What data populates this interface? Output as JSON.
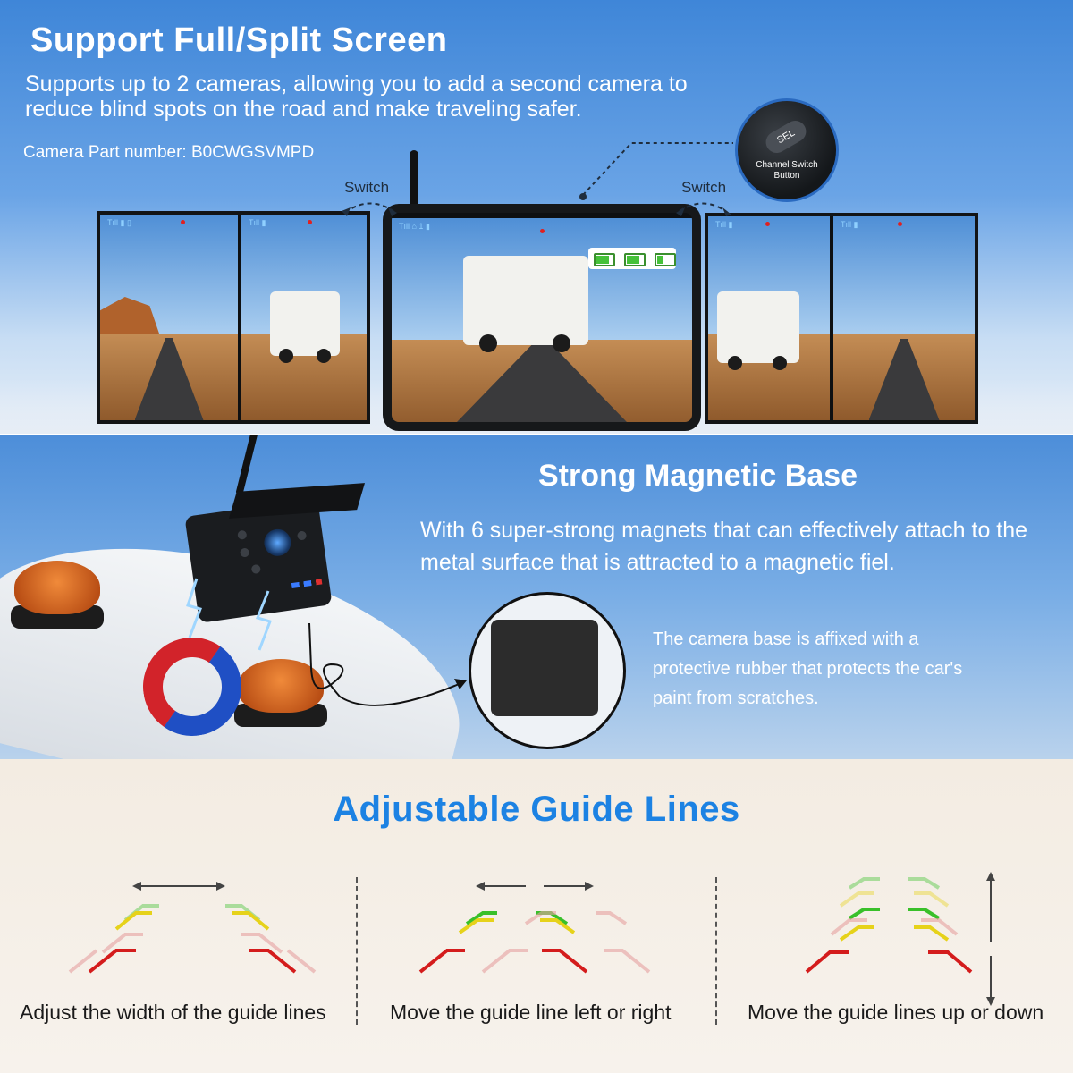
{
  "section1": {
    "title": "Support Full/Split Screen",
    "subtitle": "Supports up to 2 cameras, allowing you to add a second camera to reduce blind spots on the road and make traveling safer.",
    "part_number": "Camera Part number: B0CWGSVMPD",
    "switch_left": "Switch",
    "switch_right": "Switch",
    "sel_button": "SEL",
    "sel_label": "Channel Switch Button"
  },
  "section2": {
    "title": "Strong Magnetic Base",
    "subtitle": "With 6 super-strong magnets that can effectively attach to the metal surface that is attracted to a magnetic fiel.",
    "rubber_text": "The camera base is affixed with a protective rubber that protects the car's paint from scratches."
  },
  "section3": {
    "title": "Adjustable Guide Lines",
    "captions": [
      "Adjust the width of the guide lines",
      "Move the guide line left or right",
      "Move the guide lines up or down"
    ]
  },
  "colors": {
    "title_blue": "#1c82e3",
    "guide_red": "#d41c1c",
    "guide_yellow": "#e6d21a",
    "guide_green": "#39c02a",
    "magnet_red": "#d2232a",
    "magnet_blue": "#1f4fc4"
  }
}
